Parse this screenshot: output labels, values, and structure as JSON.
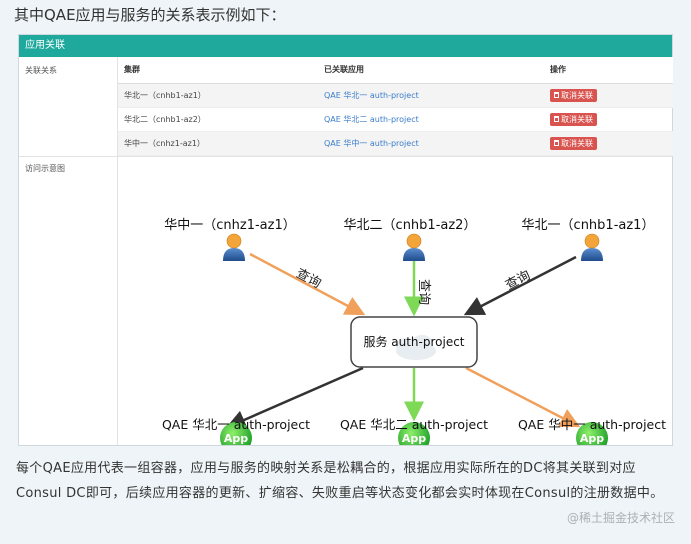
{
  "intro": "其中QAE应用与服务的关系表示例如下：",
  "panel": {
    "header": "应用关联",
    "left_labels": {
      "relation": "关联关系",
      "diagram": "访问示意图"
    },
    "table": {
      "columns": [
        "集群",
        "已关联应用",
        "操作"
      ],
      "rows": [
        {
          "cluster": "华北一（cnhb1-az1）",
          "app": "QAE 华北一 auth-project",
          "action": "取消关联"
        },
        {
          "cluster": "华北二（cnhb1-az2）",
          "app": "QAE 华北二 auth-project",
          "action": "取消关联"
        },
        {
          "cluster": "华中一（cnhz1-az1）",
          "app": "QAE 华中一 auth-project",
          "action": "取消关联"
        }
      ]
    },
    "diagram": {
      "clients": [
        "华中一（cnhz1-az1）",
        "华北二（cnhb1-az2）",
        "华北一（cnhb1-az1）"
      ],
      "query_label": "查询",
      "service": "服务 auth-project",
      "app_badge": "App",
      "apps": [
        "QAE 华北一 auth-project",
        "QAE 华北二 auth-project",
        "QAE 华中一 auth-project"
      ],
      "colors": {
        "orange": "#f0a05a",
        "green": "#7ed957",
        "dark": "#333333"
      }
    }
  },
  "footer": "每个QAE应用代表一组容器，应用与服务的映射关系是松耦合的，根据应用实际所在的DC将其关联到对应Consul DC即可，后续应用容器的更新、扩缩容、失败重启等状态变化都会实时体现在Consul的注册数据中。",
  "watermark": "@稀土掘金技术社区"
}
